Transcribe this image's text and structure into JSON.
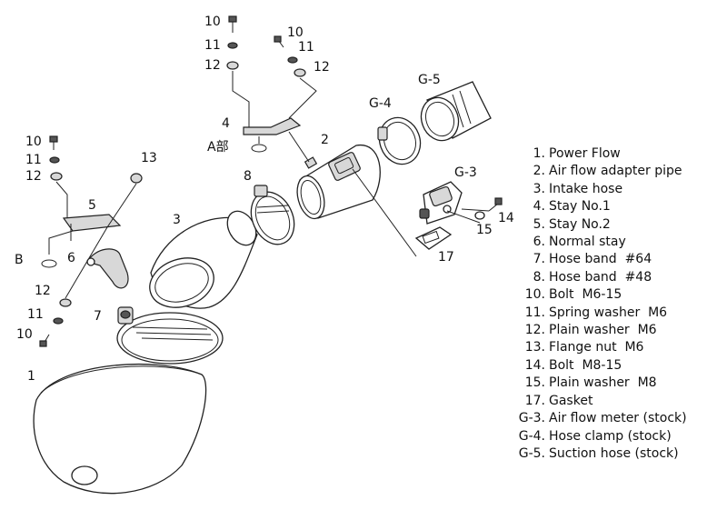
{
  "callouts": {
    "c1": "1",
    "c2": "2",
    "c3": "3",
    "c4": "4",
    "c5": "5",
    "c6": "6",
    "c7": "7",
    "c8": "8",
    "c10a": "10",
    "c11a": "11",
    "c12a": "12",
    "c10b": "10",
    "c11b": "11",
    "c12b": "12",
    "c10c": "10",
    "c11c": "11",
    "c12c": "12",
    "c10d": "10",
    "c11d": "11",
    "c12d": "12",
    "c13": "13",
    "c14": "14",
    "c15": "15",
    "c17": "17",
    "g3": "G-3",
    "g4": "G-4",
    "g5": "G-5",
    "detail_a": "A部",
    "label_b": "B"
  },
  "legend": [
    {
      "num": "1.",
      "text": "Power Flow"
    },
    {
      "num": "2.",
      "text": "Air flow adapter pipe"
    },
    {
      "num": "3.",
      "text": "Intake hose"
    },
    {
      "num": "4.",
      "text": "Stay No.1"
    },
    {
      "num": "5.",
      "text": "Stay No.2"
    },
    {
      "num": "6.",
      "text": "Normal stay"
    },
    {
      "num": "7.",
      "text": "Hose band  #64"
    },
    {
      "num": "8.",
      "text": "Hose band  #48"
    },
    {
      "num": "10.",
      "text": "Bolt  M6-15"
    },
    {
      "num": "11.",
      "text": "Spring washer  M6"
    },
    {
      "num": "12.",
      "text": "Plain washer  M6"
    },
    {
      "num": "13.",
      "text": "Flange nut  M6"
    },
    {
      "num": "14.",
      "text": "Bolt  M8-15"
    },
    {
      "num": "15.",
      "text": "Plain washer  M8"
    },
    {
      "num": "17.",
      "text": "Gasket"
    },
    {
      "num": "G-3.",
      "text": "Air flow meter (stock)"
    },
    {
      "num": "G-4.",
      "text": "Hose clamp (stock)"
    },
    {
      "num": "G-5.",
      "text": "Suction hose (stock)"
    }
  ]
}
